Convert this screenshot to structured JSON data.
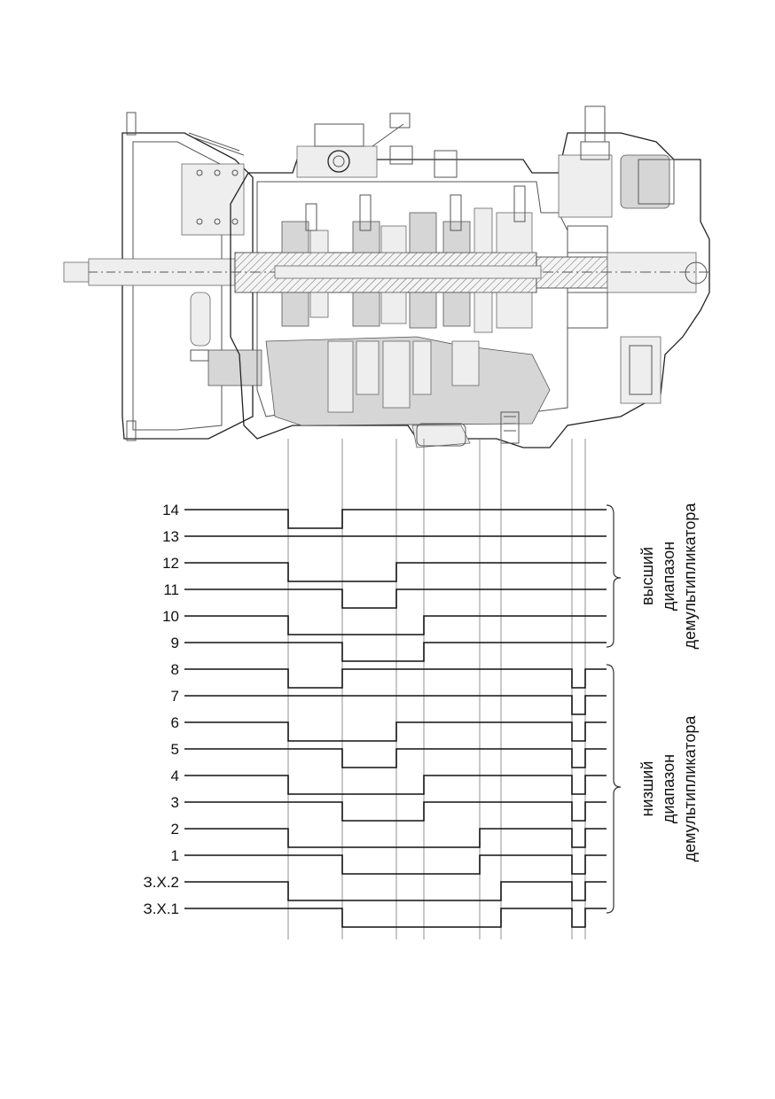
{
  "gears": [
    "14",
    "13",
    "12",
    "11",
    "10",
    "9",
    "8",
    "7",
    "6",
    "5",
    "4",
    "3",
    "2",
    "1",
    "З.Х.2",
    "З.Х.1"
  ],
  "ranges": {
    "upper": {
      "lines": [
        "высший",
        "диапазон",
        "демультипликатора"
      ]
    },
    "lower": {
      "lines": [
        "низший",
        "диапазон",
        "демультипликатора"
      ]
    }
  }
}
